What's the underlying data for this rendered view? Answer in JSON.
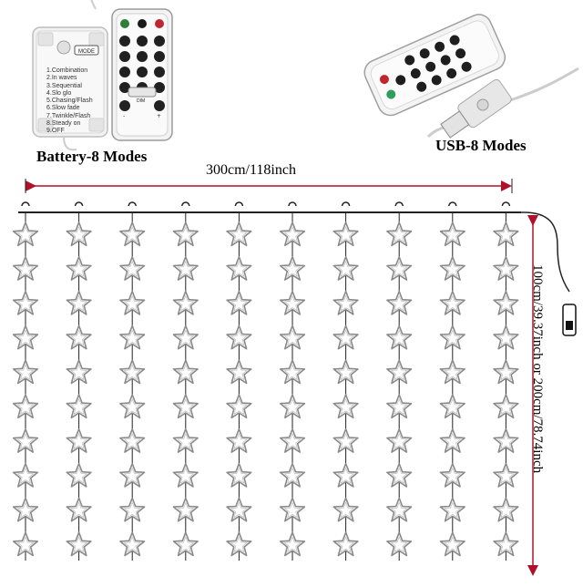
{
  "battery_box": {
    "mode_button_label": "MODE",
    "modes": [
      "1.Combination",
      "2.In waves",
      "3.Sequential",
      "4.Slo glo",
      "5.Chasing/Flash",
      "6.Slow fade",
      "7.Twinkle/Flash",
      "8.Steady on",
      "9.OFF"
    ]
  },
  "remote_small": {
    "dim_label": "DIM"
  },
  "captions": {
    "battery": "Battery-8 Modes",
    "usb": "USB-8 Modes"
  },
  "dimensions": {
    "width": "300cm/118inch",
    "height": "100cm/39.37inch or 200cm/78.74inch"
  },
  "curtain": {
    "strands": 10,
    "stars_per_strand": 10
  },
  "colors": {
    "wire": "#222222",
    "star_outline": "#8a8a8a",
    "arrow": "#b0102a"
  }
}
